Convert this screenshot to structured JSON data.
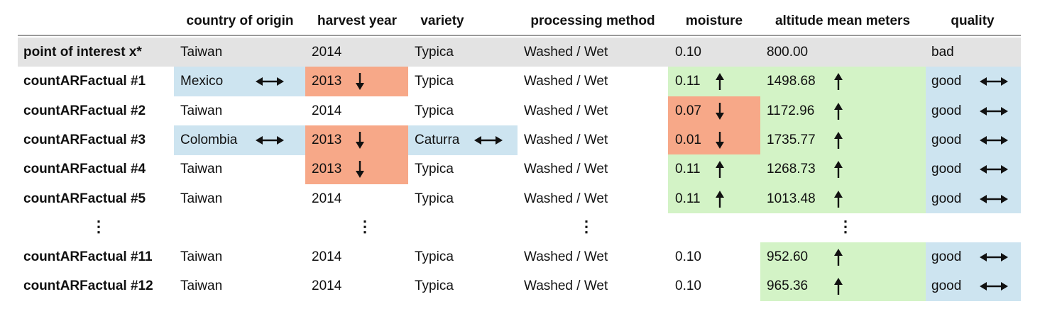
{
  "table": {
    "headers": [
      {
        "key": "country",
        "label": "country of origin"
      },
      {
        "key": "year",
        "label": "harvest year"
      },
      {
        "key": "variety",
        "label": "variety"
      },
      {
        "key": "process",
        "label": "processing method"
      },
      {
        "key": "moisture",
        "label": "moisture"
      },
      {
        "key": "altitude",
        "label": "altitude mean meters"
      },
      {
        "key": "quality",
        "label": "quality"
      }
    ],
    "poi": {
      "label": "point of interest x*",
      "country": "Taiwan",
      "year": "2014",
      "variety": "Typica",
      "process": "Washed / Wet",
      "moisture": "0.10",
      "altitude": "800.00",
      "quality": "bad"
    },
    "rows": [
      {
        "label": "countARFactual #1",
        "country": "Mexico",
        "country_change": "changed",
        "year": "2013",
        "year_change": "down",
        "variety": "Typica",
        "variety_change": "none",
        "process": "Washed / Wet",
        "moisture": "0.11",
        "moisture_change": "up",
        "altitude": "1498.68",
        "altitude_change": "up",
        "quality": "good",
        "quality_change": "changed"
      },
      {
        "label": "countARFactual #2",
        "country": "Taiwan",
        "country_change": "none",
        "year": "2014",
        "year_change": "none",
        "variety": "Typica",
        "variety_change": "none",
        "process": "Washed / Wet",
        "moisture": "0.07",
        "moisture_change": "down",
        "altitude": "1172.96",
        "altitude_change": "up",
        "quality": "good",
        "quality_change": "changed"
      },
      {
        "label": "countARFactual #3",
        "country": "Colombia",
        "country_change": "changed",
        "year": "2013",
        "year_change": "down",
        "variety": "Caturra",
        "variety_change": "changed",
        "process": "Washed / Wet",
        "moisture": "0.01",
        "moisture_change": "down",
        "altitude": "1735.77",
        "altitude_change": "up",
        "quality": "good",
        "quality_change": "changed"
      },
      {
        "label": "countARFactual #4",
        "country": "Taiwan",
        "country_change": "none",
        "year": "2013",
        "year_change": "down",
        "variety": "Typica",
        "variety_change": "none",
        "process": "Washed / Wet",
        "moisture": "0.11",
        "moisture_change": "up",
        "altitude": "1268.73",
        "altitude_change": "up",
        "quality": "good",
        "quality_change": "changed"
      },
      {
        "label": "countARFactual #5",
        "country": "Taiwan",
        "country_change": "none",
        "year": "2014",
        "year_change": "none",
        "variety": "Typica",
        "variety_change": "none",
        "process": "Washed / Wet",
        "moisture": "0.11",
        "moisture_change": "up",
        "altitude": "1013.48",
        "altitude_change": "up",
        "quality": "good",
        "quality_change": "changed"
      },
      {
        "ellipsis": true
      },
      {
        "label": "countARFactual #11",
        "country": "Taiwan",
        "country_change": "none",
        "year": "2014",
        "year_change": "none",
        "variety": "Typica",
        "variety_change": "none",
        "process": "Washed / Wet",
        "moisture": "0.10",
        "moisture_change": "none",
        "altitude": "952.60",
        "altitude_change": "up",
        "quality": "good",
        "quality_change": "changed"
      },
      {
        "label": "countARFactual #12",
        "country": "Taiwan",
        "country_change": "none",
        "year": "2014",
        "year_change": "none",
        "variety": "Typica",
        "variety_change": "none",
        "process": "Washed / Wet",
        "moisture": "0.10",
        "moisture_change": "none",
        "altitude": "965.36",
        "altitude_change": "up",
        "quality": "good",
        "quality_change": "changed"
      }
    ],
    "ellipsis_columns": [
      "label",
      "year",
      "process",
      "altitude"
    ],
    "ellipsis_glyph": "⋮"
  },
  "colors": {
    "changed": "#cde4f0",
    "down": "#f7a888",
    "up": "#d3f3c6",
    "poi_row": "#e3e3e3"
  },
  "icons": {
    "changed": "double-arrow-icon",
    "up": "up-arrow-icon",
    "down": "down-arrow-icon"
  }
}
